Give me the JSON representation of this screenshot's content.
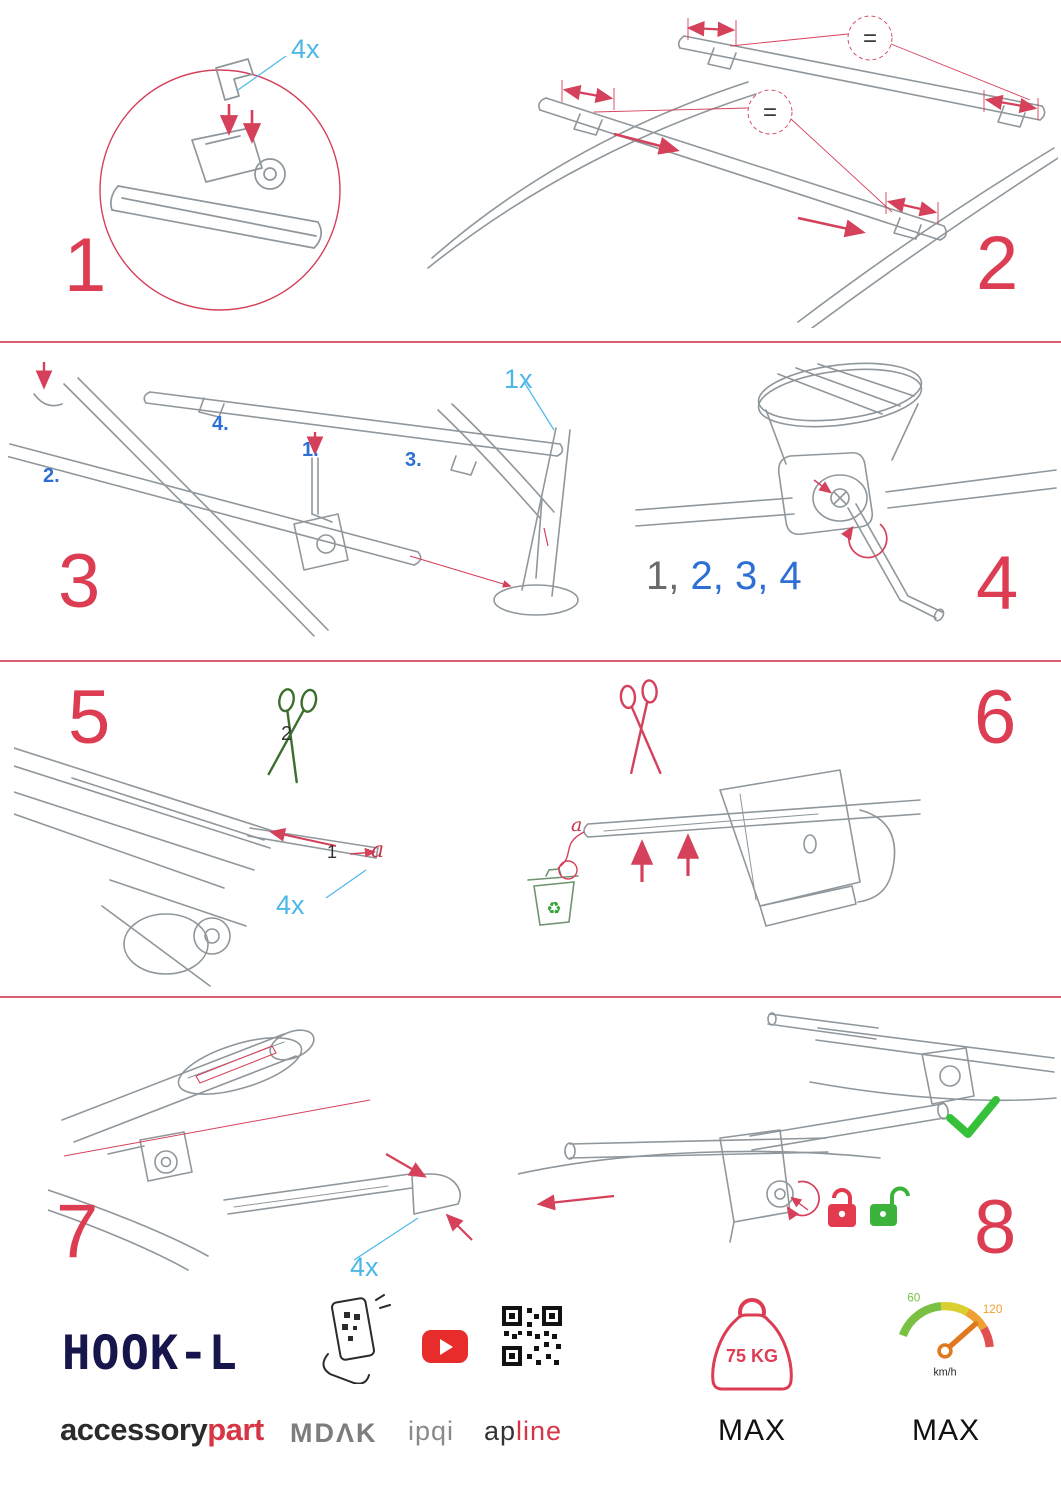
{
  "palette": {
    "red": "#dc3d52",
    "light_blue": "#4cb8e8",
    "blue": "#2e6fd6",
    "green": "#3cb43c",
    "dark_navy": "#16164c"
  },
  "steps": {
    "s1": {
      "number": "1",
      "qty": "4x"
    },
    "s2": {
      "number": "2",
      "equal_top": "=",
      "equal_mid": "="
    },
    "s3": {
      "number": "3",
      "qty": "1x",
      "label_1": "1.",
      "label_2": "2.",
      "label_3": "3.",
      "label_4": "4."
    },
    "s4": {
      "number": "4",
      "seq_done": "1,",
      "seq_todo": " 2, 3, 4"
    },
    "s5": {
      "number": "5",
      "qty": "4x",
      "label_1": "1",
      "label_2": "2",
      "label_a": "a"
    },
    "s6": {
      "number": "6",
      "label_a": "a"
    },
    "s7": {
      "number": "7",
      "qty": "4x"
    },
    "s8": {
      "number": "8"
    }
  },
  "icons": {
    "recycle": "♻"
  },
  "footer": {
    "product": "HOOK-L",
    "brand_prefix": "accessory",
    "brand_suffix": "part",
    "logo_mdak": "MDΛK",
    "logo_ipqi": "ipqi",
    "logo_apline_prefix": "ap",
    "logo_apline_suffix": "line",
    "weight_value": "75 KG",
    "weight_max": "MAX",
    "speed_low": "60",
    "speed_high": "120",
    "speed_unit": "km/h",
    "speed_max": "MAX"
  }
}
